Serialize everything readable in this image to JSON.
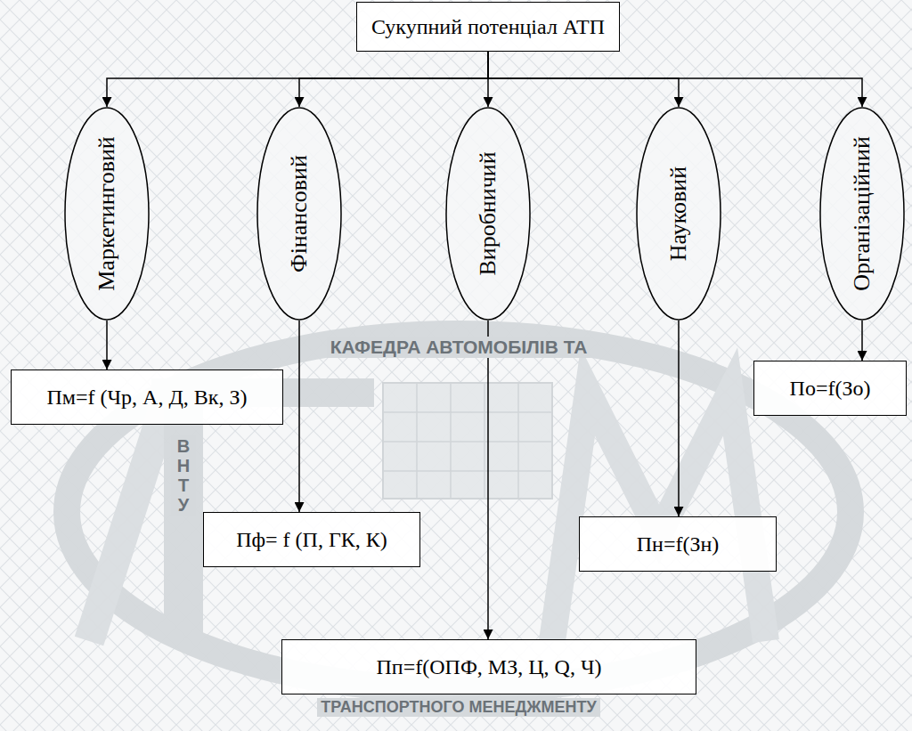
{
  "diagram": {
    "nodes": [
      {
        "text": [
          "Сукупний потенціал АТП"
        ]
      },
      {
        "text": [
          "Маркетинговий"
        ]
      },
      {
        "text": [
          "Фінансовий"
        ]
      },
      {
        "text": [
          "Виробничий"
        ]
      },
      {
        "text": [
          "Науковий"
        ]
      },
      {
        "text": [
          "Організаційний"
        ]
      },
      {
        "text": [
          "Пм=f (Чр, А, Д, Вк, З)"
        ]
      },
      {
        "text": [
          "По=f(Зо)"
        ]
      },
      {
        "text": [
          "Пф= f (П, ГК, К)"
        ]
      },
      {
        "text": [
          "Пн=f(Зн)"
        ]
      },
      {
        "text": [
          "Пп=f(ОПФ, МЗ, Ц, Q, Ч)"
        ]
      }
    ],
    "edges": [
      {
        "from": 0,
        "to": 1,
        "arrow": "to"
      },
      {
        "from": 0,
        "to": 2,
        "arrow": "to"
      },
      {
        "from": 0,
        "to": 3,
        "arrow": "to"
      },
      {
        "from": 0,
        "to": 4,
        "arrow": "to"
      },
      {
        "from": 0,
        "to": 5,
        "arrow": "to"
      },
      {
        "from": 1,
        "to": 6,
        "arrow": "to"
      },
      {
        "from": 2,
        "to": 8,
        "arrow": "to"
      },
      {
        "from": 3,
        "to": 10,
        "arrow": "to"
      },
      {
        "from": 4,
        "to": 9,
        "arrow": "to"
      },
      {
        "from": 5,
        "to": 7,
        "arrow": "to"
      }
    ],
    "labels": [
      "КАФЕДРА АВТОМОБІЛІВ ТА",
      "ВНТУ",
      "ТРАНСПОРТНОГО МЕНЕДЖМЕНТУ"
    ]
  }
}
